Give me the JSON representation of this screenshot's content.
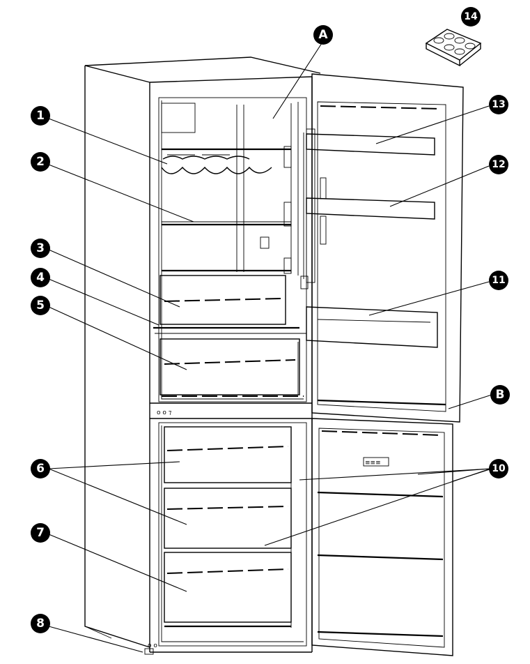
{
  "callouts": [
    {
      "id": "c1",
      "label": "1"
    },
    {
      "id": "c2",
      "label": "2"
    },
    {
      "id": "c3",
      "label": "3"
    },
    {
      "id": "c4",
      "label": "4"
    },
    {
      "id": "c5",
      "label": "5"
    },
    {
      "id": "c6",
      "label": "6"
    },
    {
      "id": "c7",
      "label": "7"
    },
    {
      "id": "c8",
      "label": "8"
    },
    {
      "id": "c10",
      "label": "10"
    },
    {
      "id": "c11",
      "label": "11"
    },
    {
      "id": "c12",
      "label": "12"
    },
    {
      "id": "c13",
      "label": "13"
    },
    {
      "id": "c14",
      "label": "14"
    },
    {
      "id": "cA",
      "label": "A"
    },
    {
      "id": "cB",
      "label": "B"
    }
  ]
}
